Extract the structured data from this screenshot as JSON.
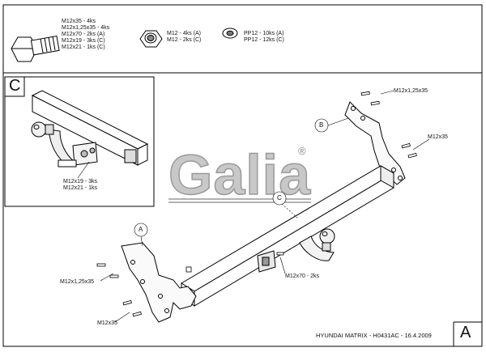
{
  "hardware": {
    "bolts": [
      "M12x35 - 4ks",
      "M12x1,25x35 - 4ks",
      "M12x70 - 2ks (A)",
      "M12x19 - 3ks (C)",
      "M12x21 - 1ks (C)"
    ],
    "nuts": [
      "M12 - 4ks (A)",
      "M12 - 2ks (C)"
    ],
    "washers": [
      "PP12 - 10ks (A)",
      "PP12 - 12ks (C)"
    ]
  },
  "detail": {
    "corner_letter": "C",
    "bolts": [
      "M12x19 - 3ks",
      "M12x21 - 1ks"
    ]
  },
  "brand": {
    "logo_text": "Galia",
    "registered_mark": "®"
  },
  "callouts": {
    "a": "A",
    "b": "B",
    "c": "C"
  },
  "labels": {
    "bolt_b": "M12x1,25x35",
    "bolt_b_right": "M12x35",
    "bolt_a_upper": "M12x1,25x35",
    "bolt_a_lower": "M12x35",
    "ball_bolt": "M12x70 - 2ks"
  },
  "footer": {
    "drawing_title": "HYUNDAI MATRIX - H0431AC - 16.4.2009",
    "sheet_letter": "A"
  }
}
